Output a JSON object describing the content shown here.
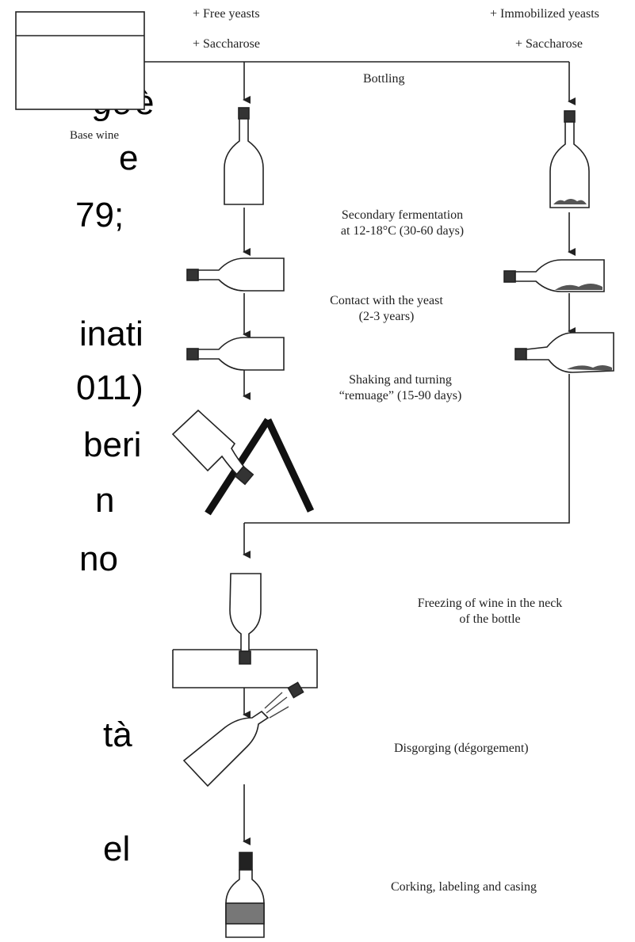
{
  "slide_text": [
    {
      "key": "l1",
      "text": "ge",
      "italic": true
    },
    {
      "key": "l1b",
      "text": "è",
      "italic": false
    },
    {
      "key": "l2",
      "text": "e",
      "italic": false
    },
    {
      "key": "l3",
      "text": "79;",
      "italic": false
    },
    {
      "key": "l4",
      "text": "inati",
      "italic": false
    },
    {
      "key": "l5",
      "text": "011)",
      "italic": false
    },
    {
      "key": "l6",
      "text": "beri",
      "italic": false
    },
    {
      "key": "l7",
      "text": "n",
      "italic": false
    },
    {
      "key": "l8",
      "text": "no",
      "italic": false
    },
    {
      "key": "l9",
      "text": "tà",
      "italic": false
    },
    {
      "key": "l10",
      "text": "el",
      "italic": false
    }
  ],
  "diagram": {
    "free_yeasts": "+ Free yeasts",
    "saccharose_left": "+ Saccharose",
    "immobilized_yeasts": "+ Immobilized yeasts",
    "saccharose_right": "+ Saccharose",
    "bottling": "Bottling",
    "base_wine": "Base wine",
    "step_fermentation": [
      "Secondary fermentation",
      "at 12-18°C (30-60 days)"
    ],
    "step_contact": [
      "Contact with the yeast",
      "(2-3 years)"
    ],
    "step_shaking": [
      "Shaking and turning",
      "“remuage” (15-90 days)"
    ],
    "step_freezing": [
      "Freezing of wine in the neck",
      "of the bottle"
    ],
    "step_disgorging": "Disgorging (dégorgement)",
    "step_corking": "Corking, labeling and casing"
  }
}
